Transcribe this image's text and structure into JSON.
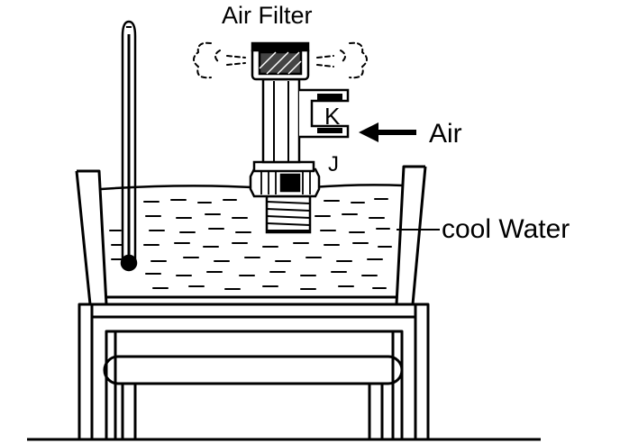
{
  "labels": {
    "air_filter": "Air Filter",
    "k": "K",
    "air": "Air",
    "j": "J",
    "cool_water": "cool Water"
  },
  "colors": {
    "ink": "#000000",
    "paper": "#ffffff"
  }
}
